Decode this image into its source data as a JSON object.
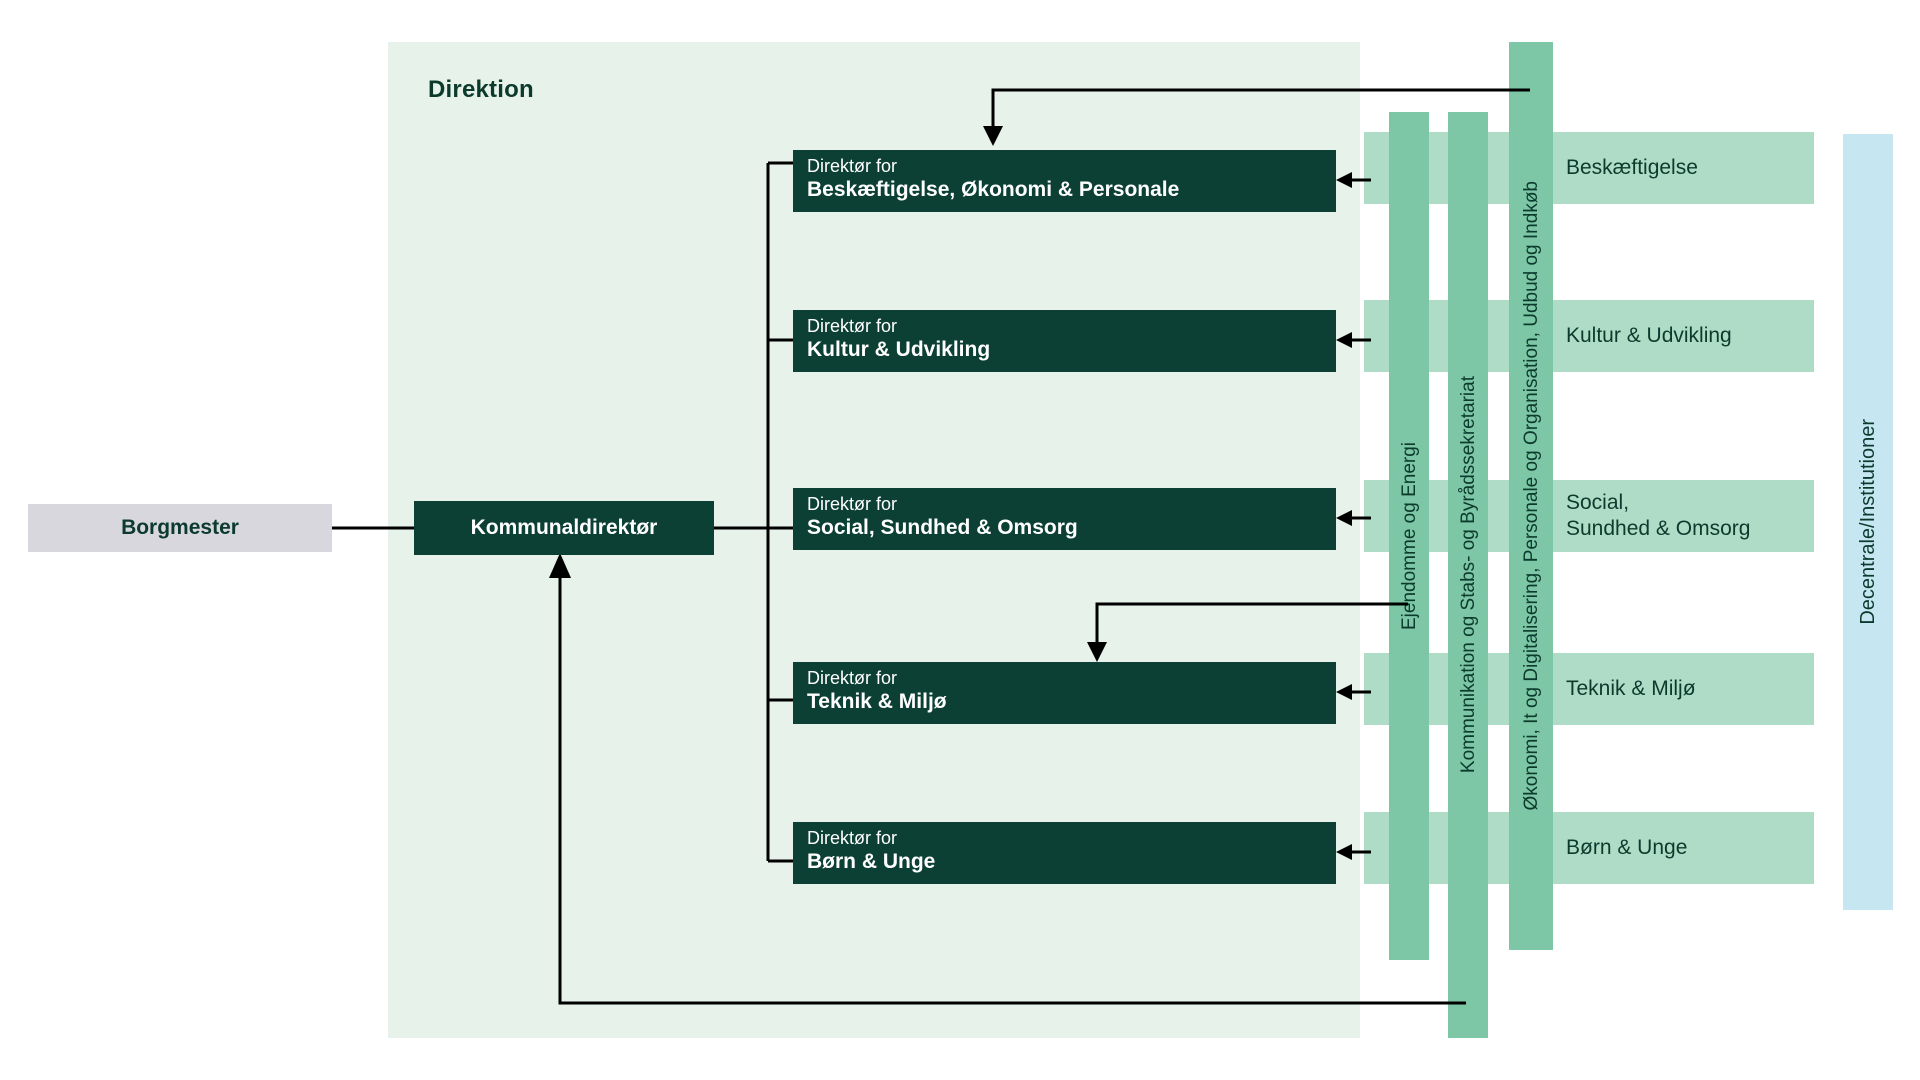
{
  "diagram": {
    "title": "Direktion",
    "top_node": {
      "label": "Borgmester"
    },
    "chief_node": {
      "label": "Kommunaldirektør"
    },
    "directors": [
      {
        "prefix": "Direktør for",
        "name": "Beskæftigelse, Økonomi & Personale"
      },
      {
        "prefix": "Direktør for",
        "name": "Kultur & Udvikling"
      },
      {
        "prefix": "Direktør for",
        "name": "Social, Sundhed & Omsorg"
      },
      {
        "prefix": "Direktør for",
        "name": "Teknik & Miljø"
      },
      {
        "prefix": "Direktør for",
        "name": "Børn & Unge"
      }
    ],
    "staff_columns": [
      {
        "label": "Ejendomme og Energi"
      },
      {
        "label": "Kommunikation og Stabs- og Byrådssekretariat"
      },
      {
        "label": "Økonomi, It og Digitalisering, Personale og Organisation, Udbud og Indkøb"
      }
    ],
    "departments": [
      {
        "label": "Beskæftigelse"
      },
      {
        "label": "Kultur & Udvikling"
      },
      {
        "label": "Social,\nSundhed & Omsorg"
      },
      {
        "label": "Teknik & Miljø"
      },
      {
        "label": "Børn & Unge"
      }
    ],
    "decentral_column": {
      "label": "Decentrale/Institutioner"
    },
    "colors": {
      "panel_background": "#e6f2ea",
      "dark_green": "#0c4034",
      "text_dark_green": "#0c3b2e",
      "staff_column": "#7dc6a6",
      "department_band": "#aedcc6",
      "decentral_band": "#c6e7f2",
      "borgmester_gray": "#d7d7dd",
      "connector_line": "#000000"
    }
  }
}
